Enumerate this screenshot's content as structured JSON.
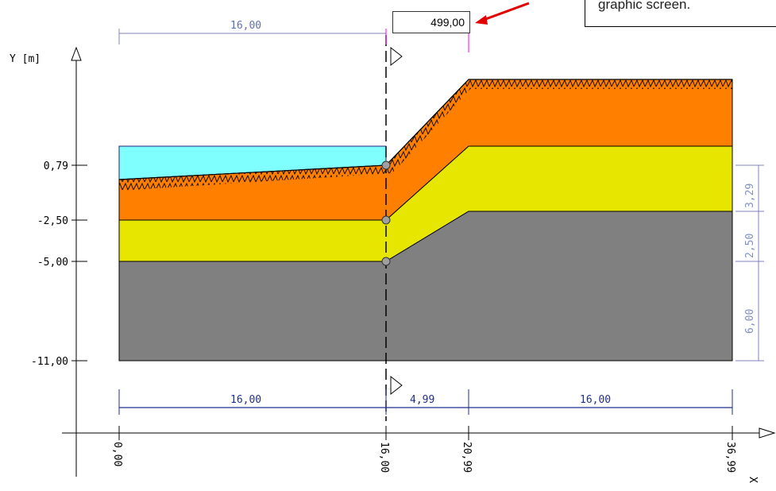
{
  "axes": {
    "y_label": "Y [m]",
    "x_label": "X [m]"
  },
  "y_ticks": [
    "0,79",
    "-2,50",
    "-5,00",
    "-11,00"
  ],
  "x_ticks": [
    "0,00",
    "16,00",
    "20,99",
    "36,99"
  ],
  "top_dimension": "16,00",
  "edit_value": "499,00",
  "callout_text": "graphic screen.",
  "bottom_dimensions": [
    "16,00",
    "4,99",
    "16,00"
  ],
  "right_dimensions": [
    "3,29",
    "2,50",
    "6,00"
  ],
  "colors": {
    "water": "#80ffff",
    "orange_layer": "#ff8000",
    "yellow_layer": "#e6e600",
    "gray_layer": "#808080",
    "dimension_blue": "#1f2f8f",
    "dimension_light": "#8080c0",
    "arrow_red": "#e00000",
    "magenta": "#ff00ff"
  },
  "icons": [
    "triangle-marker-icon",
    "arrow-icon"
  ]
}
